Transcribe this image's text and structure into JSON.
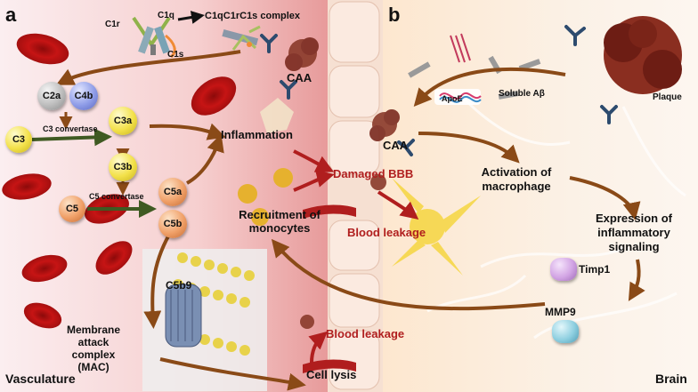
{
  "panels": {
    "a": "a",
    "b": "b"
  },
  "corners": {
    "left": "Vasculature",
    "right": "Brain"
  },
  "complement": {
    "c1r": "C1r",
    "c1q": "C1q",
    "c1s": "C1s",
    "complex": "C1qC1rC1s complex",
    "c2a": "C2a",
    "c4b": "C4b",
    "c3": "C3",
    "c3_convertase": "C3 convertase",
    "c3a": "C3a",
    "c3b": "C3b",
    "c5": "C5",
    "c5_convertase": "C5 convertase",
    "c5a": "C5a",
    "c5b": "C5b",
    "c5b9": "C5b9"
  },
  "mac": "Membrane\nattack\ncomplex\n(MAC)",
  "center": {
    "caa": "CAA",
    "inflammation": "Inflammation",
    "damaged_bbb": "Damaged BBB",
    "recruitment": "Recruitment of\nmonocytes",
    "blood_leakage_mid": "Blood leakage",
    "blood_leakage_low": "Blood leakage",
    "cell_lysis": "Cell lysis"
  },
  "brain": {
    "soluble_ab": "Soluble Aβ",
    "plaque": "Plaque",
    "apoe": "ApoE",
    "caa": "CAA",
    "activation": "Activation of\nmacrophage",
    "expression": "Expression of\ninflammatory\nsignaling",
    "timp1": "Timp1",
    "mmp9": "MMP9"
  },
  "colors": {
    "arrow_brown": "#8a4a17",
    "text_red": "#b01e1e",
    "convertase_arrow": "#3f5a22"
  }
}
